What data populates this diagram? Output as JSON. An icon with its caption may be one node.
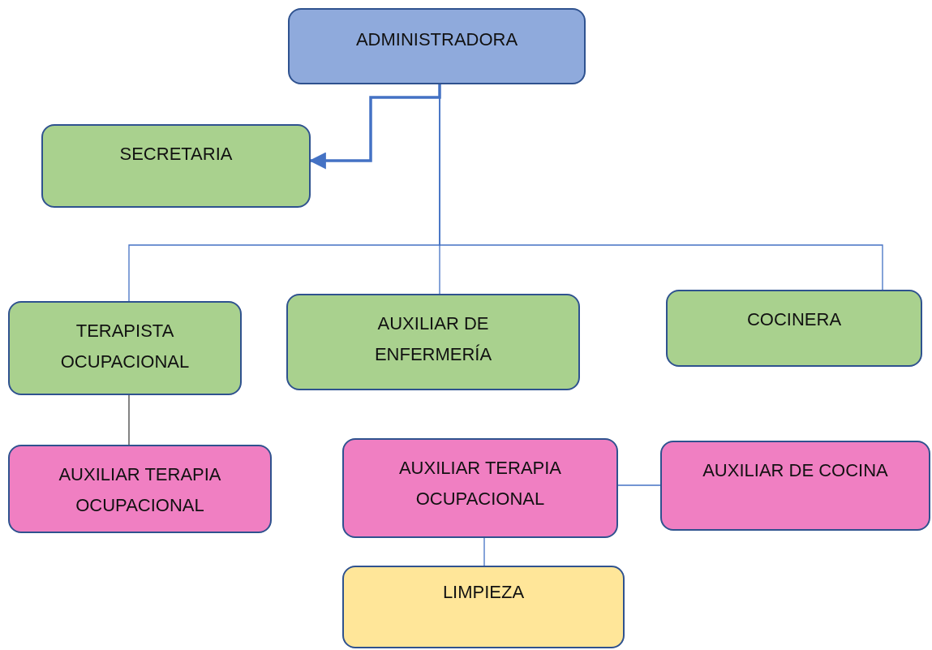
{
  "diagram": {
    "nodes": [
      {
        "text": [
          "ADMINISTRADORA"
        ]
      },
      {
        "text": [
          "SECRETARIA"
        ]
      },
      {
        "text": [
          "TERAPISTA OCUPACIONAL"
        ]
      },
      {
        "text": [
          "AUXILIAR DE ENFERMERÍA"
        ]
      },
      {
        "text": [
          "COCINERA"
        ]
      },
      {
        "text": [
          "AUXILIAR TERAPIA OCUPACIONAL"
        ]
      },
      {
        "text": [
          "AUXILIAR TERAPIA OCUPACIONAL"
        ]
      },
      {
        "text": [
          "AUXILIAR DE COCINA"
        ]
      },
      {
        "text": [
          "LIMPIEZA"
        ]
      }
    ],
    "edges": [
      {
        "from": 0,
        "to": 1,
        "arrow": "to",
        "style": "thick"
      },
      {
        "from": 0,
        "to": 2,
        "arrow": "none"
      },
      {
        "from": 0,
        "to": 3,
        "arrow": "none"
      },
      {
        "from": 0,
        "to": 4,
        "arrow": "none"
      },
      {
        "from": 2,
        "to": 5,
        "arrow": "none",
        "color": "#404040"
      },
      {
        "from": 6,
        "to": 7,
        "arrow": "none"
      },
      {
        "from": 6,
        "to": 8,
        "arrow": "none"
      }
    ]
  }
}
